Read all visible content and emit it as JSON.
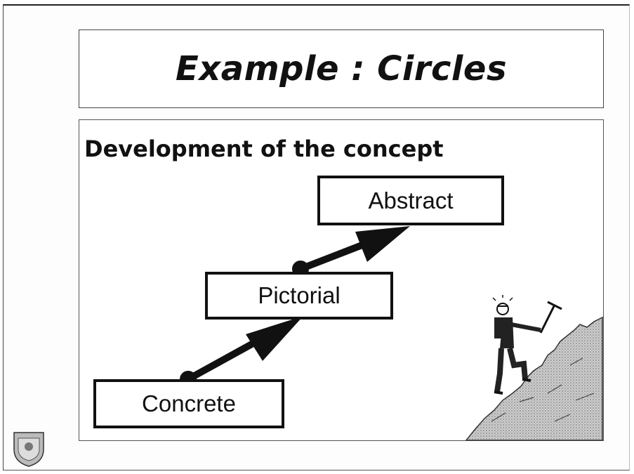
{
  "title": "Example : Circles",
  "heading": "Development of the concept",
  "stages": {
    "abstract": "Abstract",
    "pictorial": "Pictorial",
    "concrete": "Concrete"
  },
  "icons": {
    "climber": "mountain-climber-icon",
    "logo": "university-crest-icon"
  }
}
